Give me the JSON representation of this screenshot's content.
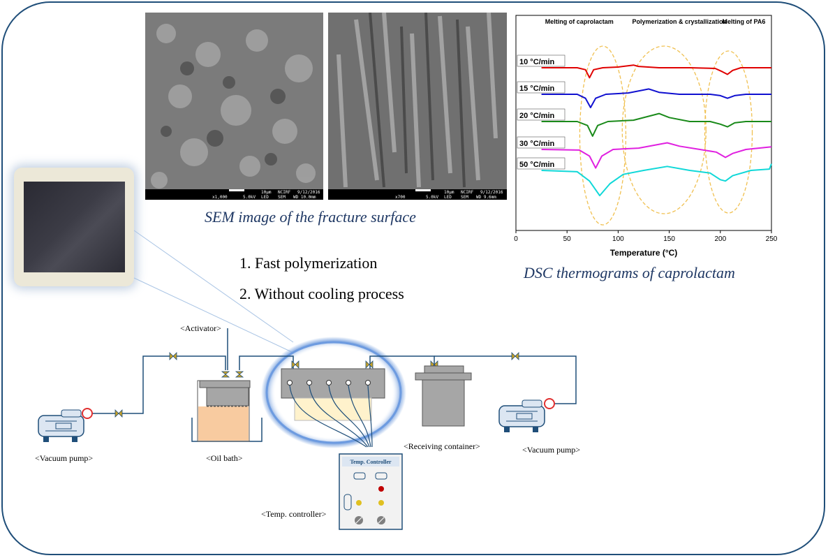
{
  "captions": {
    "sem": "SEM image of the fracture surface",
    "dsc": "DSC thermograms of caprolactam"
  },
  "bullets": [
    "1. Fast polymerization",
    "2. Without cooling process"
  ],
  "sem_images": [
    {
      "left": "10μm",
      "mid": "NCIRF",
      "date": "9/12/2016",
      "mag": "x1,000",
      "kv": "5.0kV",
      "det": "LED",
      "mode": "SEM",
      "wd": "WD 10.0mm"
    },
    {
      "left": "10μm",
      "mid": "NCIRF",
      "date": "9/12/2016",
      "mag": "x700",
      "kv": "5.0kV",
      "det": "LED",
      "mode": "SEM",
      "wd": "WD 9.6mm"
    }
  ],
  "apparatus": {
    "activator": "<Activator>",
    "vacuum_pump_left": "<Vacuum pump>",
    "oil_bath": "<Oil bath>",
    "temp_controller": "<Temp. controller>",
    "receiving_container": "<Receiving container>",
    "vacuum_pump_right": "<Vacuum pump>",
    "controller_panel_title": "Temp. Controller"
  },
  "colors": {
    "accent": "#1f4e79",
    "caption": "#1f3864",
    "pipe": "#1f4e79",
    "valve": "#c9a227",
    "oil": "#f8cba0",
    "mold": "#fff2cc",
    "ellipse": "#f0c050",
    "glow": "#7fa6e0"
  },
  "chart_data": {
    "type": "line",
    "title": "",
    "xlabel": "Temperature (°C)",
    "ylabel": "",
    "xlim": [
      0,
      250
    ],
    "xticks": [
      0,
      50,
      100,
      150,
      200,
      250
    ],
    "annotations": [
      "Melting of caprolactam",
      "Polymerization & crystallization",
      "Melting of PA6"
    ],
    "series": [
      {
        "name": "10 °C/min",
        "color": "#e00000",
        "x": [
          25,
          60,
          68,
          72,
          76,
          85,
          100,
          115,
          120,
          140,
          170,
          195,
          202,
          207,
          212,
          220,
          250
        ],
        "y": [
          0,
          0,
          -1.5,
          -7.5,
          -1.5,
          0,
          0.5,
          2,
          1,
          0,
          0,
          -0.5,
          -3,
          -5,
          -2,
          0,
          0
        ]
      },
      {
        "name": "15 °C/min",
        "color": "#1010d0",
        "x": [
          25,
          60,
          68,
          73,
          78,
          88,
          110,
          130,
          140,
          160,
          190,
          200,
          207,
          214,
          225,
          250
        ],
        "y": [
          0,
          0,
          -3,
          -10,
          -3,
          0,
          1,
          4,
          1.5,
          0,
          0,
          -1,
          -3,
          -1,
          0,
          0
        ]
      },
      {
        "name": "20 °C/min",
        "color": "#1a8a1a",
        "x": [
          25,
          60,
          70,
          75,
          80,
          90,
          115,
          140,
          150,
          170,
          190,
          200,
          207,
          214,
          225,
          250
        ],
        "y": [
          0,
          0,
          -3,
          -11,
          -3,
          0,
          1,
          6,
          3,
          0,
          0,
          -2,
          -4,
          -1,
          0,
          0
        ]
      },
      {
        "name": "30 °C/min",
        "color": "#e020e0",
        "x": [
          25,
          62,
          72,
          78,
          84,
          95,
          120,
          148,
          160,
          180,
          196,
          205,
          212,
          225,
          250
        ],
        "y": [
          0,
          -0.5,
          -5,
          -14,
          -5,
          0,
          1,
          5,
          2.5,
          0,
          -2,
          -6,
          -3,
          0,
          2
        ]
      },
      {
        "name": "50 °C/min",
        "color": "#10d8d8",
        "x": [
          25,
          60,
          72,
          82,
          92,
          105,
          125,
          148,
          170,
          190,
          200,
          205,
          212,
          230,
          248,
          250
        ],
        "y": [
          0,
          -1,
          -8,
          -19,
          -10,
          -3,
          0,
          3,
          0,
          -2,
          -7,
          -8,
          -4,
          0,
          1,
          5
        ]
      }
    ]
  }
}
